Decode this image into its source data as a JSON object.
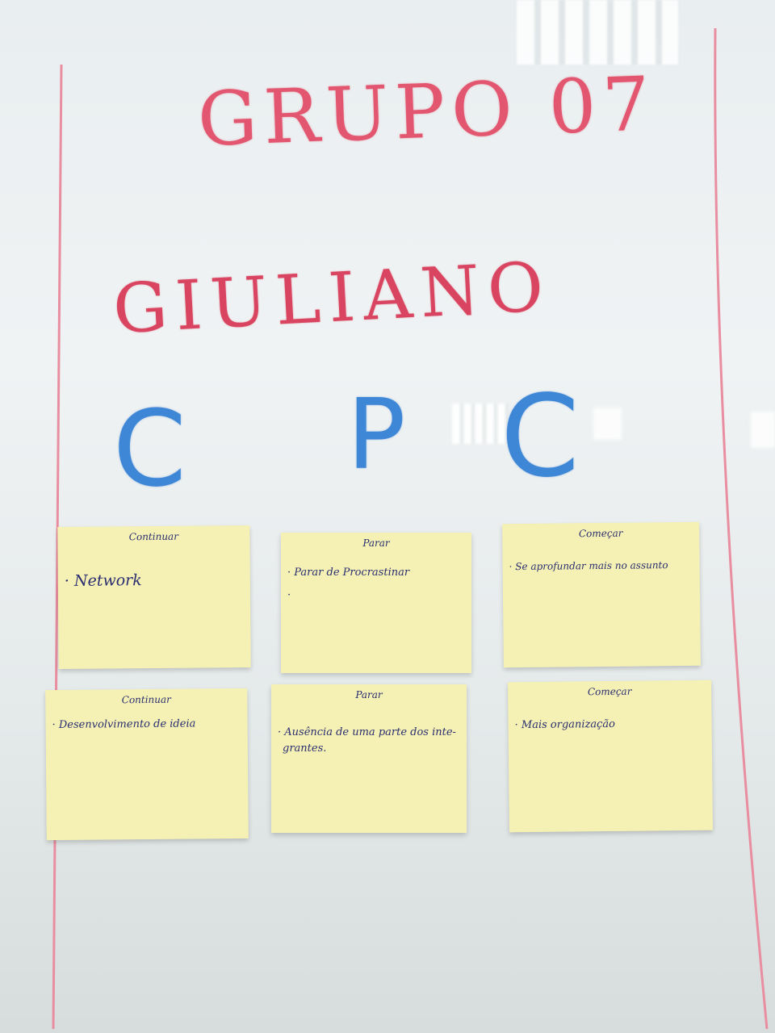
{
  "board": {
    "title": "GRUPO 07",
    "name": "GIULIANO",
    "header_letters": [
      "C",
      "P",
      "C"
    ]
  },
  "notes": [
    {
      "heading": "Continuar",
      "items": [
        "Network"
      ]
    },
    {
      "heading": "Parar",
      "items": [
        "Parar de Procrastinar",
        ""
      ]
    },
    {
      "heading": "Começar",
      "items": [
        "Se aprofundar mais no assunto"
      ]
    },
    {
      "heading": "Continuar",
      "items": [
        "Desenvolvimento de ideia"
      ]
    },
    {
      "heading": "Parar",
      "items": [
        "Ausência de uma parte dos inte-",
        "grantes."
      ]
    },
    {
      "heading": "Começar",
      "items": [
        "Mais organização"
      ]
    }
  ],
  "colors": {
    "title_ink": "#e3566f",
    "cpc_ink": "#3e86d6",
    "sticky_note": "#f5f1b4",
    "note_ink": "#2a2e70"
  }
}
